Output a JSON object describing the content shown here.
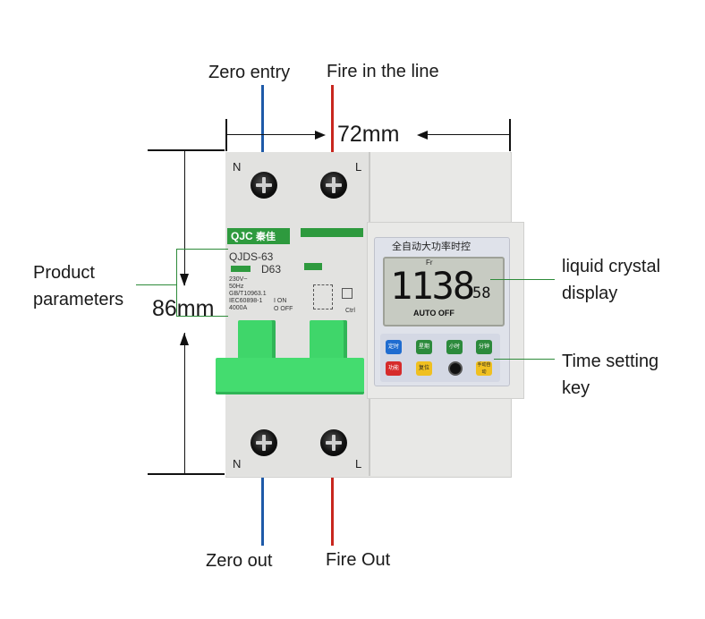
{
  "labels": {
    "zero_entry": "Zero entry",
    "fire_in_line": "Fire in the line",
    "zero_out": "Zero out",
    "fire_out": "Fire Out",
    "product_parameters_1": "Product",
    "product_parameters_2": "parameters",
    "lcd_label_1": "liquid crystal",
    "lcd_label_2": "display",
    "key_label_1": "Time setting",
    "key_label_2": "key"
  },
  "dimensions": {
    "width": "72mm",
    "height": "86mm"
  },
  "device": {
    "terminal_n_top": "N",
    "terminal_l_top": "L",
    "terminal_n_bottom": "N",
    "terminal_l_bottom": "L",
    "brand": "QJC",
    "brand_cn": "秦佳",
    "model": "QJDS-63",
    "rating": "D63",
    "specs": [
      "230V~",
      "50Hz",
      "GB/T10963.1",
      "IEC60898-1",
      "4000A"
    ],
    "on_label": "I ON",
    "off_label": "O OFF",
    "ctrl_label": "Ctrl",
    "timer_title": "全自动大功率时控",
    "lcd_digits": "1138",
    "lcd_seconds": "58",
    "lcd_small": "Fr",
    "lcd_status": "AUTO OFF",
    "keys_row1": [
      "定时",
      "星期",
      "小时",
      "分钟"
    ],
    "keys_row2": [
      "功能",
      "复位",
      "",
      "手动自动"
    ]
  },
  "colors": {
    "wire_blue": "#1e5aa8",
    "wire_red": "#c8261e",
    "callout_green": "#2e8b3a",
    "device_body": "#e4e4e2",
    "toggle_green": "#3fd66a",
    "brand_green": "#2e9a3e",
    "lcd_bg": "#c9ccc4"
  },
  "icons": [
    "screw-terminal-icon",
    "up-arrow-icon",
    "down-arrow-icon",
    "left-arrow-icon",
    "right-arrow-icon"
  ]
}
